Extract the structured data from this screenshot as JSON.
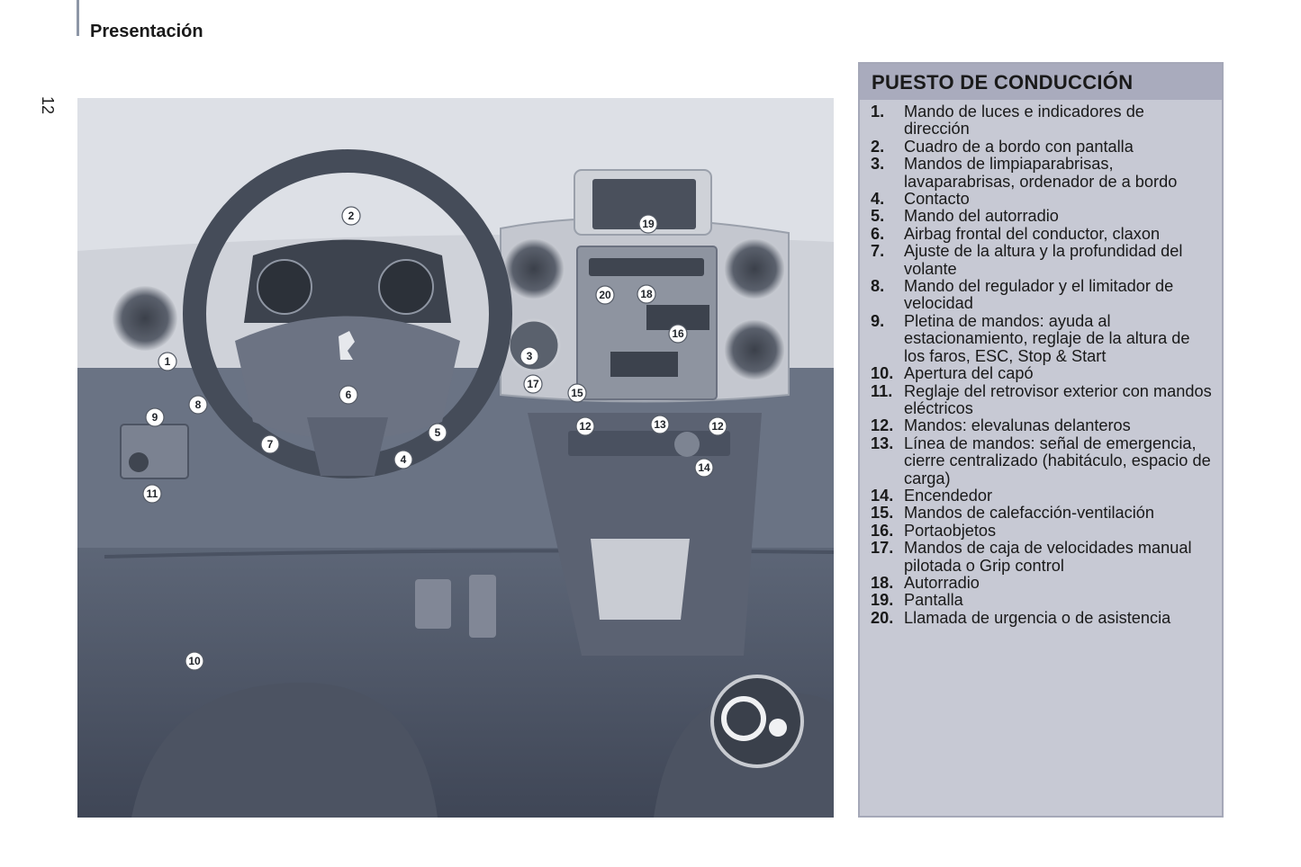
{
  "header": {
    "section_title": "Presentación",
    "page_number": "12"
  },
  "legend": {
    "title": "PUESTO DE CONDUCCIÓN",
    "items": [
      {
        "num": "1.",
        "text": "Mando de luces e indicadores de dirección"
      },
      {
        "num": "2.",
        "text": "Cuadro de a bordo con pantalla"
      },
      {
        "num": "3.",
        "text": "Mandos de limpiaparabrisas, lavaparabrisas, ordenador de a bordo"
      },
      {
        "num": "4.",
        "text": "Contacto"
      },
      {
        "num": "5.",
        "text": "Mando del autorradio"
      },
      {
        "num": "6.",
        "text": "Airbag frontal del conductor, claxon"
      },
      {
        "num": "7.",
        "text": "Ajuste de la altura y la profundidad del volante"
      },
      {
        "num": "8.",
        "text": "Mando del regulador y el limitador de velocidad"
      },
      {
        "num": "9.",
        "text": "Pletina de mandos: ayuda al estacionamiento, reglaje de la altura de los faros, ESC, Stop & Start"
      },
      {
        "num": "10.",
        "text": "Apertura del capó"
      },
      {
        "num": "11.",
        "text": "Reglaje del retrovisor exterior con mandos eléctricos"
      },
      {
        "num": "12.",
        "text": "Mandos: elevalunas delanteros"
      },
      {
        "num": "13.",
        "text": "Línea de mandos: señal de emergencia, cierre centralizado (habitáculo, espacio de carga)"
      },
      {
        "num": "14.",
        "text": "Encendedor"
      },
      {
        "num": "15.",
        "text": "Mandos de calefacción-ventilación"
      },
      {
        "num": "16.",
        "text": "Portaobjetos"
      },
      {
        "num": "17.",
        "text": "Mandos de caja de velocidades manual pilotada o Grip control"
      },
      {
        "num": "18.",
        "text": "Autorradio"
      },
      {
        "num": "19.",
        "text": "Pantalla"
      },
      {
        "num": "20.",
        "text": "Llamada de urgencia o de asistencia"
      }
    ]
  },
  "illustration": {
    "callouts": [
      "1",
      "2",
      "3",
      "4",
      "5",
      "6",
      "7",
      "8",
      "9",
      "10",
      "11",
      "12",
      "12",
      "13",
      "14",
      "15",
      "16",
      "17",
      "18",
      "19",
      "20"
    ]
  }
}
